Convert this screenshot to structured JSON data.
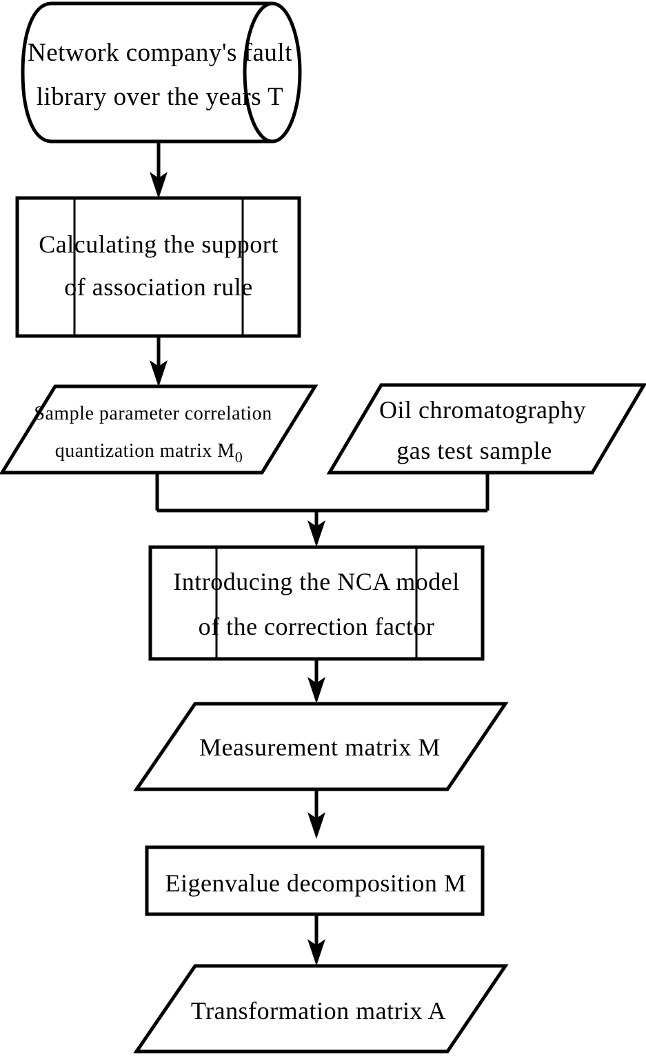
{
  "diagram": {
    "title": "NCA model flowchart",
    "type": "flowchart",
    "stroke_color": "#000000",
    "fill_color": "#ffffff",
    "background": "#ffffff"
  },
  "nodes": {
    "fault_library": {
      "shape": "cylinder",
      "line1": "Network company's fault",
      "line2": "library over the years T"
    },
    "support_calc": {
      "shape": "predefined-process",
      "line1": "Calculating the support",
      "line2": "of association rule"
    },
    "quant_matrix": {
      "shape": "parallelogram",
      "line1": "Sample parameter correlation",
      "line2_pre": "quantization matrix M",
      "line2_sub": "0"
    },
    "gas_sample": {
      "shape": "parallelogram",
      "line1": "Oil chromatography",
      "line2": "gas test sample"
    },
    "nca_model": {
      "shape": "predefined-process",
      "line1": "Introducing the NCA model",
      "line2": "of the correction factor"
    },
    "measurement_matrix": {
      "shape": "parallelogram",
      "line1": "Measurement matrix M"
    },
    "eigen_decomp": {
      "shape": "rectangle",
      "line1": "Eigenvalue decomposition M"
    },
    "transformation_matrix": {
      "shape": "parallelogram",
      "line1": "Transformation matrix A"
    }
  },
  "connectors": [
    {
      "name": "fault-library-to-support",
      "from": "fault_library",
      "to": "support_calc",
      "arrow": true
    },
    {
      "name": "support-to-quant-matrix",
      "from": "support_calc",
      "to": "quant_matrix",
      "arrow": true
    },
    {
      "name": "quant-matrix-to-merge",
      "from": "quant_matrix",
      "to": "merge_bar",
      "arrow": false
    },
    {
      "name": "gas-sample-to-merge",
      "from": "gas_sample",
      "to": "merge_bar",
      "arrow": false
    },
    {
      "name": "merge-to-nca-model",
      "from": "merge_bar",
      "to": "nca_model",
      "arrow": true
    },
    {
      "name": "nca-model-to-measurement",
      "from": "nca_model",
      "to": "measurement_matrix",
      "arrow": true
    },
    {
      "name": "measurement-to-eigen",
      "from": "measurement_matrix",
      "to": "eigen_decomp",
      "arrow": true
    },
    {
      "name": "eigen-to-transformation",
      "from": "eigen_decomp",
      "to": "transformation_matrix",
      "arrow": true
    }
  ]
}
